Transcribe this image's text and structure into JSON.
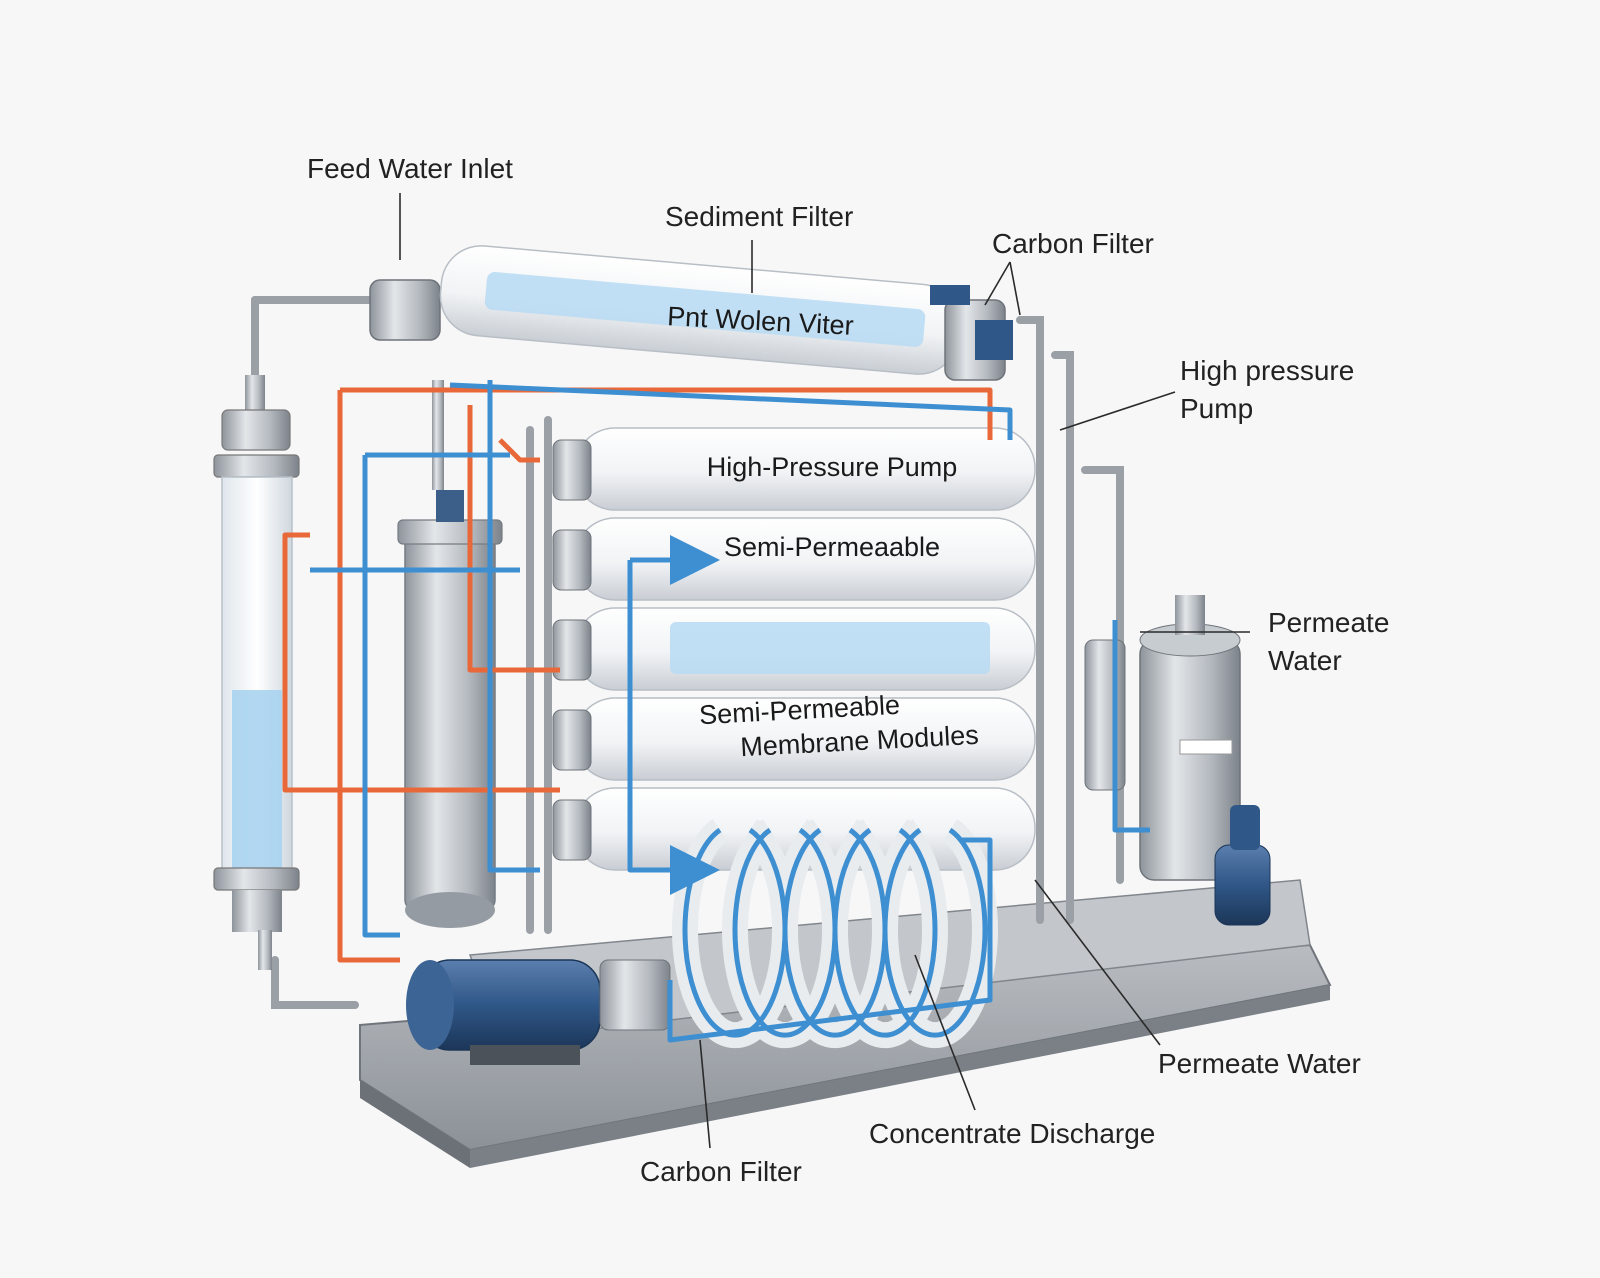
{
  "labels": {
    "feed_water_inlet": "Feed Water Inlet",
    "sediment_filter": "Sediment Filter",
    "carbon_filter_top": "Carbon Filter",
    "high_pressure_pump_callout": [
      "High pressure",
      "Pump"
    ],
    "permeate_water_right": [
      "Permeate",
      "Water"
    ],
    "permeate_water_bottom": "Permeate Water",
    "concentrate_discharge": "Concentrate Discharge",
    "carbon_filter_bottom": "Carbon Filter"
  },
  "module_labels": {
    "top_filter": "Pnt Wolen Viter",
    "module_1": "High-Pressure Pump",
    "module_2": "Semi-Permeaable",
    "module_4": [
      "Semi-Permeable",
      "Membrane Modules"
    ]
  },
  "colors": {
    "background": "#f7f7f7",
    "blue_pipe": "#3d8fd1",
    "orange_pipe": "#e8683a",
    "steel": "#a9adb3",
    "membrane_white": "#f2f4f6",
    "filter_media": "#a9d3f0",
    "motor_blue": "#2f5787"
  }
}
